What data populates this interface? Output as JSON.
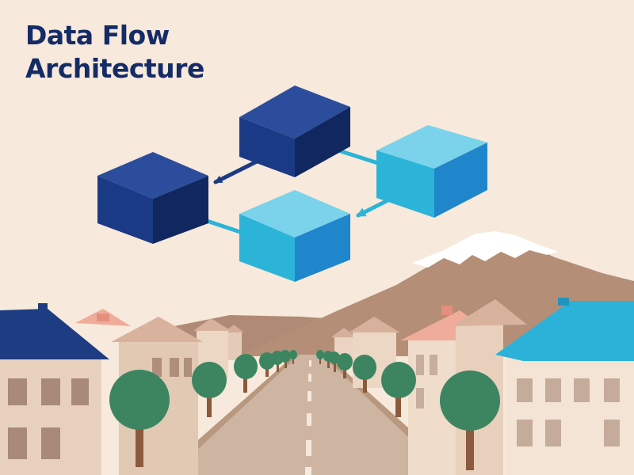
{
  "title": {
    "line1": "Data Flow",
    "line2": "Architecture"
  },
  "colors": {
    "background": "#f7e9db",
    "title": "#142b66",
    "navy_cube": "#1a3a86",
    "cyan_cube": "#2bb4d8",
    "mountain": "#b48e77",
    "snow": "#ffffff",
    "road": "#cdb5a2",
    "tree": "#3c8560",
    "roof_navy": "#1d3c82",
    "roof_pink": "#f0ac9a",
    "roof_tan": "#d9b29e",
    "roof_cyan": "#2cb2d8"
  },
  "diagram": {
    "nodes": [
      {
        "id": "top-cube",
        "color": "navy"
      },
      {
        "id": "left-cube",
        "color": "navy"
      },
      {
        "id": "right-cube",
        "color": "cyan"
      },
      {
        "id": "bottom-cube",
        "color": "cyan"
      }
    ],
    "edges": [
      {
        "from": "top-cube",
        "to": "left-cube",
        "style": "arrow"
      },
      {
        "from": "right-cube",
        "to": "bottom-cube",
        "style": "arrow"
      },
      {
        "from": "top-cube",
        "to": "right-cube",
        "style": "link"
      },
      {
        "from": "left-cube",
        "to": "bottom-cube",
        "style": "link"
      }
    ]
  }
}
